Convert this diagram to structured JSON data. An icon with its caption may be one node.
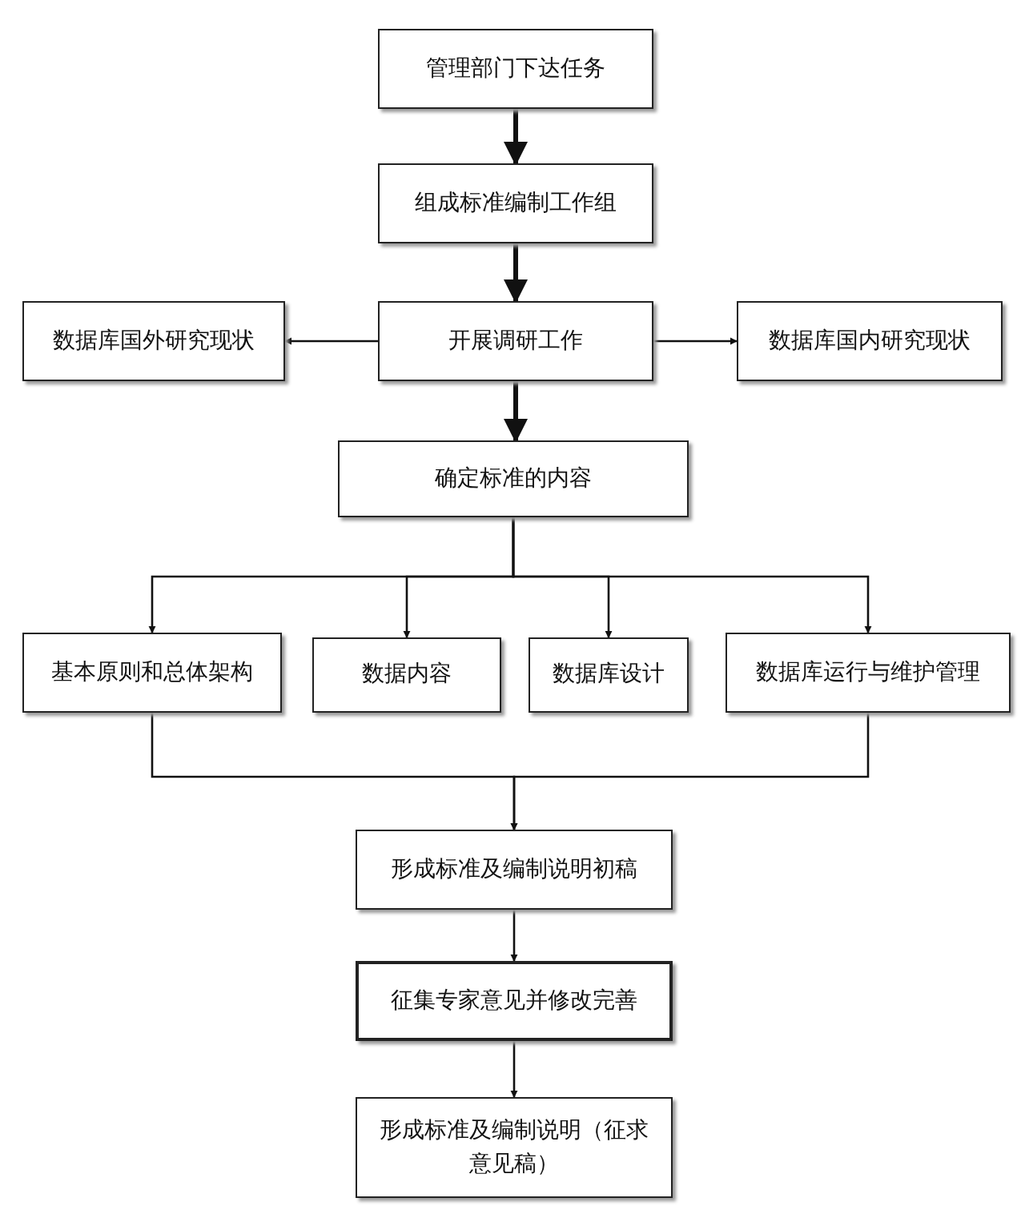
{
  "diagram": {
    "nodes": [
      {
        "text": [
          "管理部门下达任务"
        ]
      },
      {
        "text": [
          "组成标准编制工作组"
        ]
      },
      {
        "text": [
          "开展调研工作"
        ]
      },
      {
        "text": [
          "数据库国外研究现状"
        ]
      },
      {
        "text": [
          "数据库国内研究现状"
        ]
      },
      {
        "text": [
          "确定标准的内容"
        ]
      },
      {
        "text": [
          "基本原则和总体架构"
        ]
      },
      {
        "text": [
          "数据内容"
        ]
      },
      {
        "text": [
          "数据库设计"
        ]
      },
      {
        "text": [
          "数据库运行与维护管理"
        ]
      },
      {
        "text": [
          "形成标准及编制说明初稿"
        ]
      },
      {
        "text": [
          "征集专家意见并修改完善"
        ]
      },
      {
        "text": [
          "形成标准及编制说明（征求意见稿）"
        ]
      }
    ],
    "edges": [
      {
        "from": 0,
        "to": 1,
        "arrow": "to",
        "style": "thick"
      },
      {
        "from": 1,
        "to": 2,
        "arrow": "to",
        "style": "thick"
      },
      {
        "from": 2,
        "to": 3,
        "arrow": "to"
      },
      {
        "from": 2,
        "to": 4,
        "arrow": "to"
      },
      {
        "from": 2,
        "to": 5,
        "arrow": "to",
        "style": "thick"
      },
      {
        "from": 5,
        "to": 6,
        "arrow": "to"
      },
      {
        "from": 5,
        "to": 7,
        "arrow": "to"
      },
      {
        "from": 5,
        "to": 8,
        "arrow": "to"
      },
      {
        "from": 5,
        "to": 9,
        "arrow": "to"
      },
      {
        "from": 6,
        "to": 10,
        "arrow": "to"
      },
      {
        "from": 9,
        "to": 10,
        "arrow": "to"
      },
      {
        "from": 10,
        "to": 11,
        "arrow": "to"
      },
      {
        "from": 11,
        "to": 12,
        "arrow": "to"
      }
    ]
  }
}
